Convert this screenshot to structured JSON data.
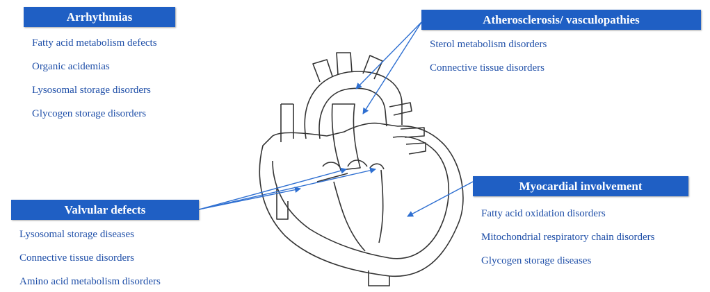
{
  "colors": {
    "header_bg": "#1f5fc4",
    "header_text": "#ffffff",
    "item_text": "#1f4fa8",
    "arrow": "#2e6fd1",
    "heart_outline": "#333333"
  },
  "heart_icon": "heart-anatomy-outline",
  "groups": {
    "arrhythmias": {
      "title": "Arrhythmias",
      "items": [
        "Fatty acid metabolism defects",
        "Organic acidemias",
        "Lysosomal storage disorders",
        "Glycogen storage disorders"
      ]
    },
    "atherosclerosis": {
      "title": "Atherosclerosis/ vasculopathies",
      "items": [
        "Sterol metabolism disorders",
        "Connective tissue disorders"
      ]
    },
    "valvular": {
      "title": "Valvular defects",
      "items": [
        "Lysosomal storage diseases",
        "Connective tissue disorders",
        "Amino acid metabolism disorders"
      ]
    },
    "myocardial": {
      "title": "Myocardial involvement",
      "items": [
        "Fatty acid oxidation disorders",
        "Mitochondrial respiratory chain disorders",
        "Glycogen storage diseases"
      ]
    }
  }
}
